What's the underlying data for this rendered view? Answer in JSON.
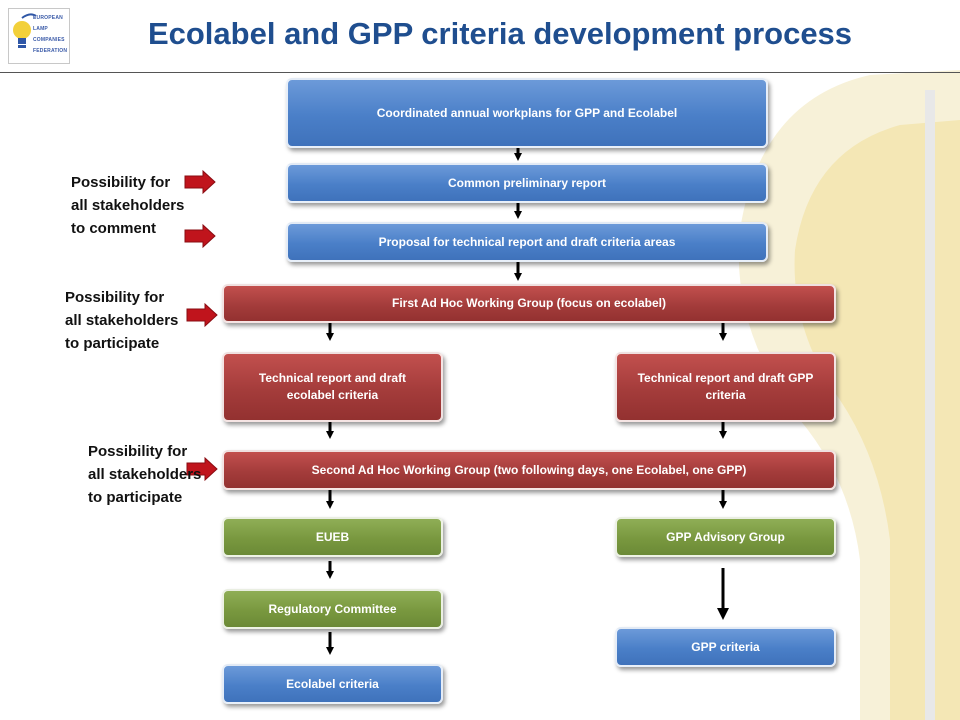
{
  "title": "Ecolabel and GPP criteria development process",
  "logo": {
    "icon": "lamp-bulb-icon",
    "lines": [
      "EUROPEAN",
      "LAMP",
      "COMPANIES",
      "FEDERATION"
    ]
  },
  "boxes": {
    "workplans": "Coordinated annual workplans for GPP and Ecolabel",
    "preliminary": "Common preliminary report",
    "proposal": "Proposal for technical report and draft criteria areas",
    "first_ahwg": "First  Ad Hoc Working Group (focus on ecolabel)",
    "tech_ecolabel": "Technical report and draft ecolabel criteria",
    "tech_gpp": "Technical report and draft GPP criteria",
    "second_ahwg": "Second Ad Hoc Working Group (two following days, one Ecolabel, one GPP)",
    "eueb": "EUEB",
    "gpp_advisory": "GPP Advisory Group",
    "regulatory": "Regulatory Committee",
    "gpp_criteria": "GPP criteria",
    "ecolabel_criteria": "Ecolabel criteria"
  },
  "notes": {
    "comment": "Possibility for all stakeholders to comment",
    "participate1": "Possibility for all stakeholders to participate",
    "participate2": "Possibility for all stakeholders to participate"
  },
  "colors": {
    "title": "#1f4e8f",
    "blue_box": "#4a7fc8",
    "red_box": "#a43c3b",
    "green_box": "#79983f",
    "red_arrow": "#c0141c"
  }
}
